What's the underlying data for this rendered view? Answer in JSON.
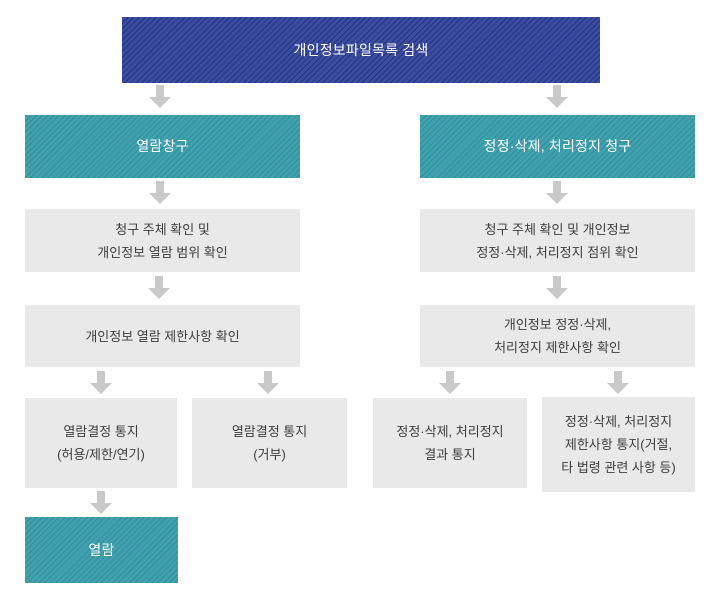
{
  "diagram": {
    "top": {
      "label": "개인정보파일목록 검색"
    },
    "left_branch": {
      "header": "열람창구",
      "step1": "청구 주체 확인 및\n개인정보 열람 범위 확인",
      "step2": "개인정보 열람 제한사항 확인",
      "notice_allow": "열람결정 통지\n(허용/제한/연기)",
      "notice_deny": "열람결정 통지\n(거부)",
      "final": "열람"
    },
    "right_branch": {
      "header": "정정·삭제, 처리정지 청구",
      "step1": "청구 주체 확인 및 개인정보\n정정·삭제, 처리정지 점위 확인",
      "step2": "개인정보 정정·삭제,\n처리정지 제한사항 확인",
      "notice_result": "정정·삭제, 처리정지\n결과 통지",
      "notice_limit": "정정·삭제, 처리정지\n제한사항 통지(거절,\n타 법령 관련 사항 등)"
    },
    "colors": {
      "primary_blue": "#3a4da3",
      "teal": "#41a2af",
      "gray_box": "#e9e9e9",
      "arrow": "#c9c9c9",
      "text": "#3d3d3d",
      "text_on_color": "#ffffff"
    }
  }
}
